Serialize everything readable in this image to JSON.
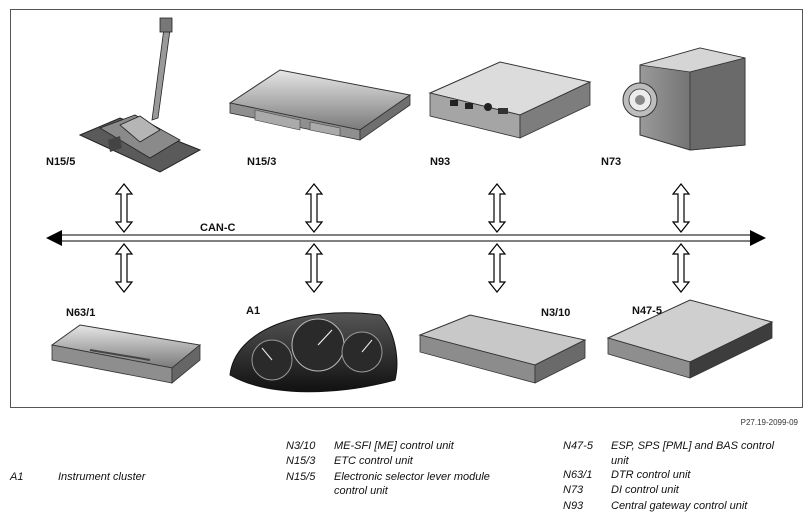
{
  "bus_label": "CAN-C",
  "components_top": [
    {
      "code": "N15/5"
    },
    {
      "code": "N15/3"
    },
    {
      "code": "N93"
    },
    {
      "code": "N73"
    }
  ],
  "components_bottom": [
    {
      "code": "N63/1"
    },
    {
      "code": "A1"
    },
    {
      "code": "N3/10"
    },
    {
      "code": "N47-5"
    }
  ],
  "reference_code": "P27.19-2099-09",
  "legend": {
    "col1": [
      {
        "code": "A1",
        "desc": "Instrument cluster"
      }
    ],
    "col2": [
      {
        "code": "N3/10",
        "desc": "ME-SFI [ME] control unit"
      },
      {
        "code": "N15/3",
        "desc": "ETC control unit"
      },
      {
        "code": "N15/5",
        "desc": "Electronic selector lever module"
      },
      {
        "code": "",
        "desc": "control unit"
      }
    ],
    "col3": [
      {
        "code": "N47-5",
        "desc": "ESP, SPS [PML] and BAS control"
      },
      {
        "code": "",
        "desc": "unit"
      },
      {
        "code": "N63/1",
        "desc": "DTR control unit"
      },
      {
        "code": "N73",
        "desc": "DI control unit"
      },
      {
        "code": "N93",
        "desc": "Central gateway control unit"
      }
    ]
  }
}
